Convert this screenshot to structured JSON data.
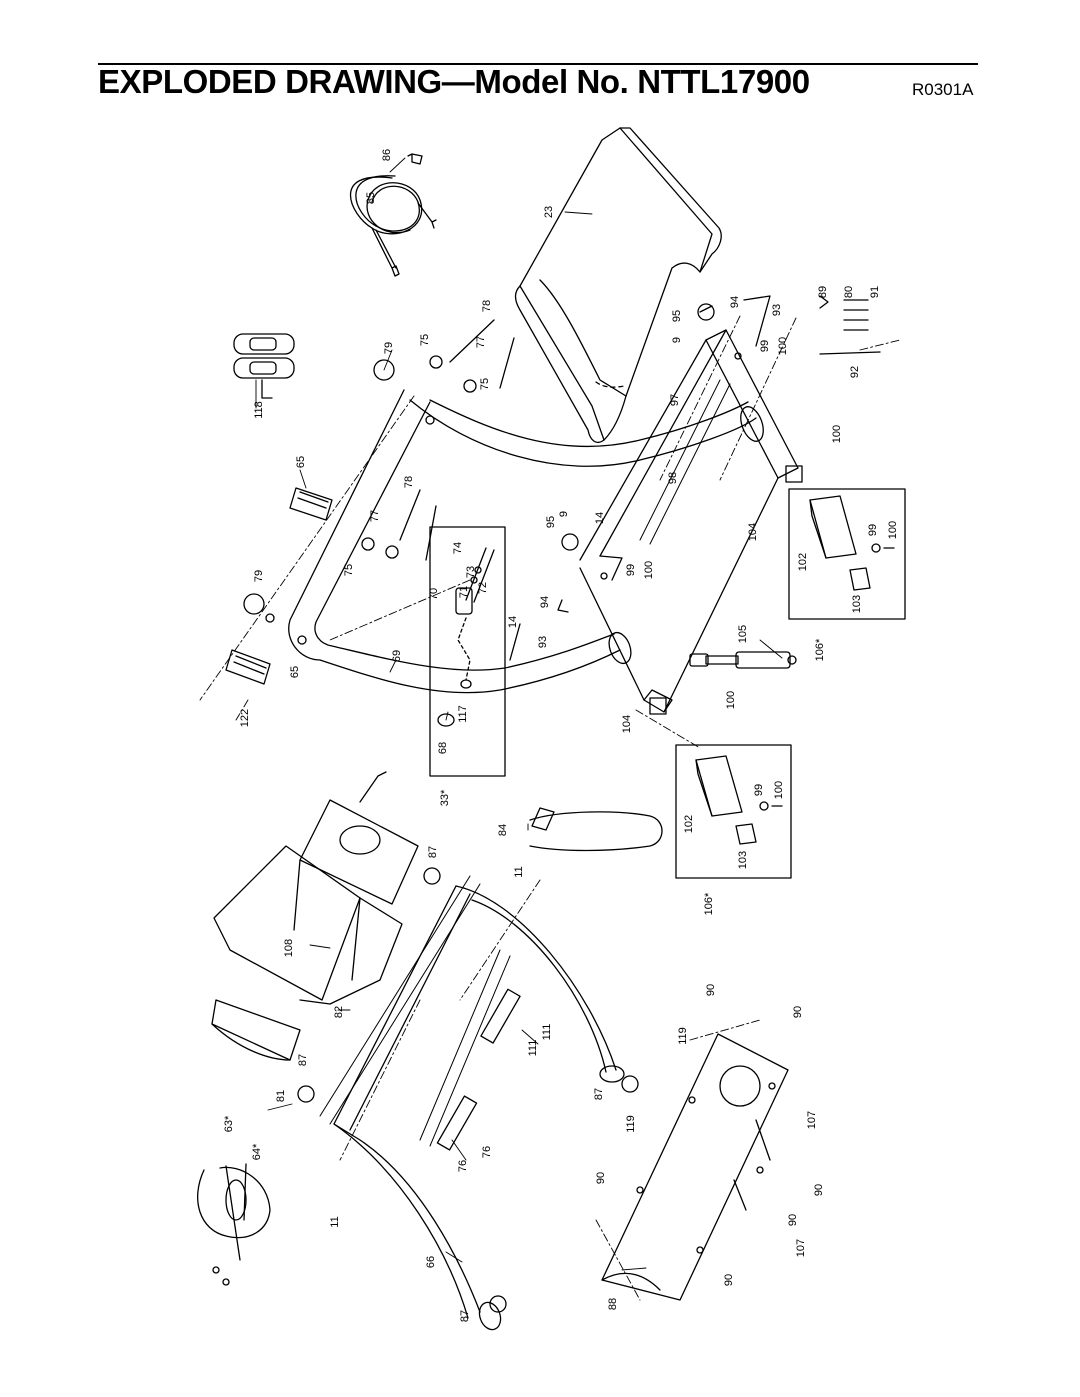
{
  "header": {
    "title": "EXPLODED DRAWING—Model No. NTTL17900",
    "code": "R0301A"
  },
  "parts": [
    "85",
    "86",
    "23",
    "118",
    "79",
    "75",
    "77",
    "78",
    "75",
    "65",
    "78",
    "77",
    "79",
    "75",
    "65",
    "122",
    "69",
    "33*",
    "70",
    "71",
    "73",
    "74",
    "72",
    "68",
    "117",
    "95",
    "9",
    "14",
    "99",
    "100",
    "94",
    "93",
    "14",
    "95",
    "9",
    "94",
    "93",
    "89",
    "80",
    "91",
    "92",
    "99",
    "100",
    "97",
    "100",
    "98",
    "104",
    "102",
    "103",
    "99",
    "100",
    "106*",
    "105",
    "100",
    "104",
    "102",
    "103",
    "99",
    "100",
    "106*",
    "84",
    "87",
    "11",
    "108",
    "82",
    "81",
    "87",
    "63*",
    "64*",
    "11",
    "66",
    "87",
    "76",
    "111",
    "76",
    "111",
    "87",
    "119",
    "90",
    "90",
    "119",
    "90",
    "107",
    "90",
    "90",
    "107",
    "88",
    "90"
  ]
}
